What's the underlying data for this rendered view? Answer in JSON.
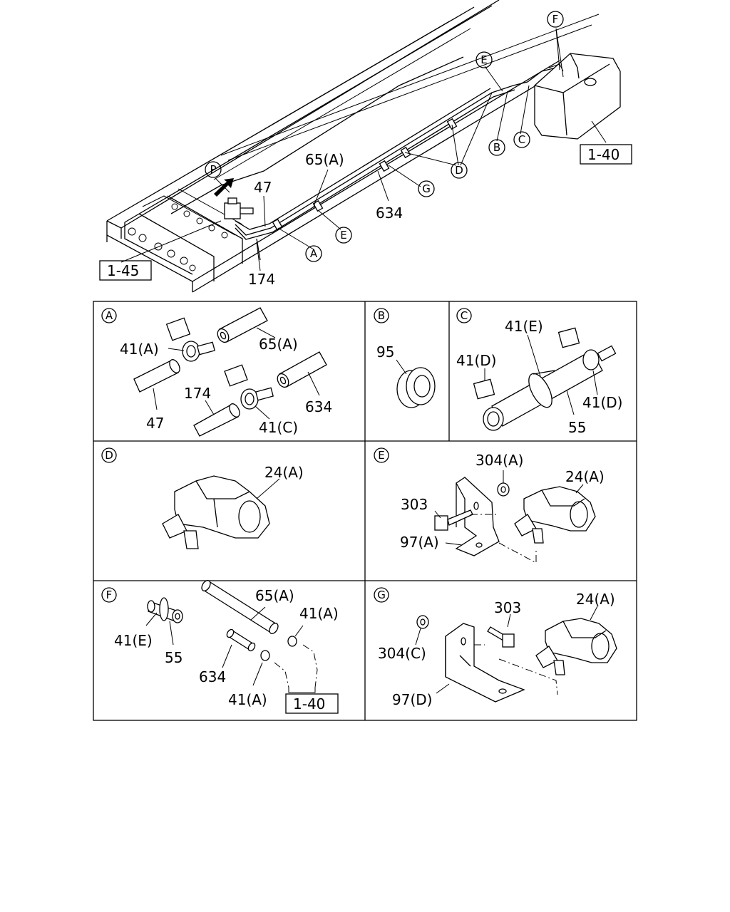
{
  "overview": {
    "view_marker": "P",
    "callouts": {
      "a": "A",
      "b": "B",
      "c": "C",
      "d": "D",
      "e_top": "E",
      "e_low": "E",
      "f": "F",
      "g": "G"
    },
    "labels": {
      "hose_65a": "65(A)",
      "pipe_47": "47",
      "pipe_634": "634",
      "pipe_174": "174"
    },
    "refs": {
      "canister": "1-40",
      "filter": "1-45"
    }
  },
  "panels": {
    "a": {
      "marker": "A",
      "labels": {
        "clamp_a": "41(A)",
        "hose_65a": "65(A)",
        "hose_47": "47",
        "hose_174": "174",
        "clamp_c": "41(C)",
        "hose_634": "634"
      }
    },
    "b": {
      "marker": "B",
      "labels": {
        "grommet": "95"
      }
    },
    "c": {
      "marker": "C",
      "labels": {
        "clip_e": "41(E)",
        "clamp_d_left": "41(D)",
        "clamp_d_right": "41(D)",
        "pipe_55": "55"
      }
    },
    "d": {
      "marker": "D",
      "labels": {
        "clip_24a": "24(A)"
      }
    },
    "e": {
      "marker": "E",
      "labels": {
        "nut": "304(A)",
        "clip_24a": "24(A)",
        "bolt": "303",
        "bracket": "97(A)"
      }
    },
    "f": {
      "marker": "F",
      "labels": {
        "clip_e": "41(E)",
        "pipe_55": "55",
        "hose_65a": "65(A)",
        "clamp_a_top": "41(A)",
        "hose_634": "634",
        "clamp_a_bottom": "41(A)",
        "ref": "1-40"
      }
    },
    "g": {
      "marker": "G",
      "labels": {
        "bolt": "303",
        "clip_24a": "24(A)",
        "nut": "304(C)",
        "bracket": "97(D)"
      }
    }
  }
}
